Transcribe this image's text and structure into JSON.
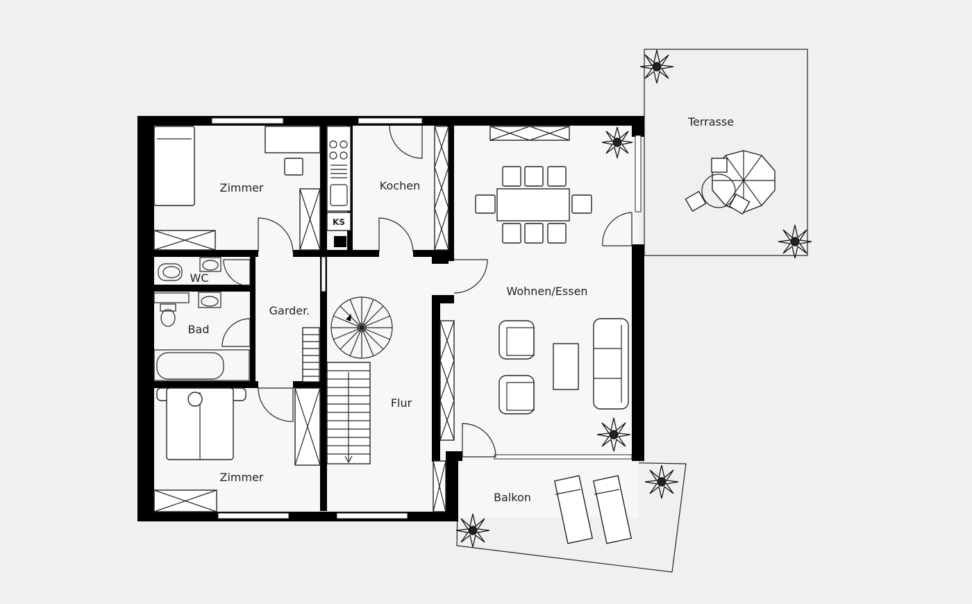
{
  "rooms": {
    "zimmer_top": "Zimmer",
    "kochen": "Kochen",
    "ks": "KS",
    "wohnen": "Wohnen/Essen",
    "terrasse": "Terrasse",
    "wc": "WC",
    "garderobe": "Garder.",
    "bad": "Bad",
    "flur": "Flur",
    "zimmer_bottom": "Zimmer",
    "balkon": "Balkon"
  }
}
